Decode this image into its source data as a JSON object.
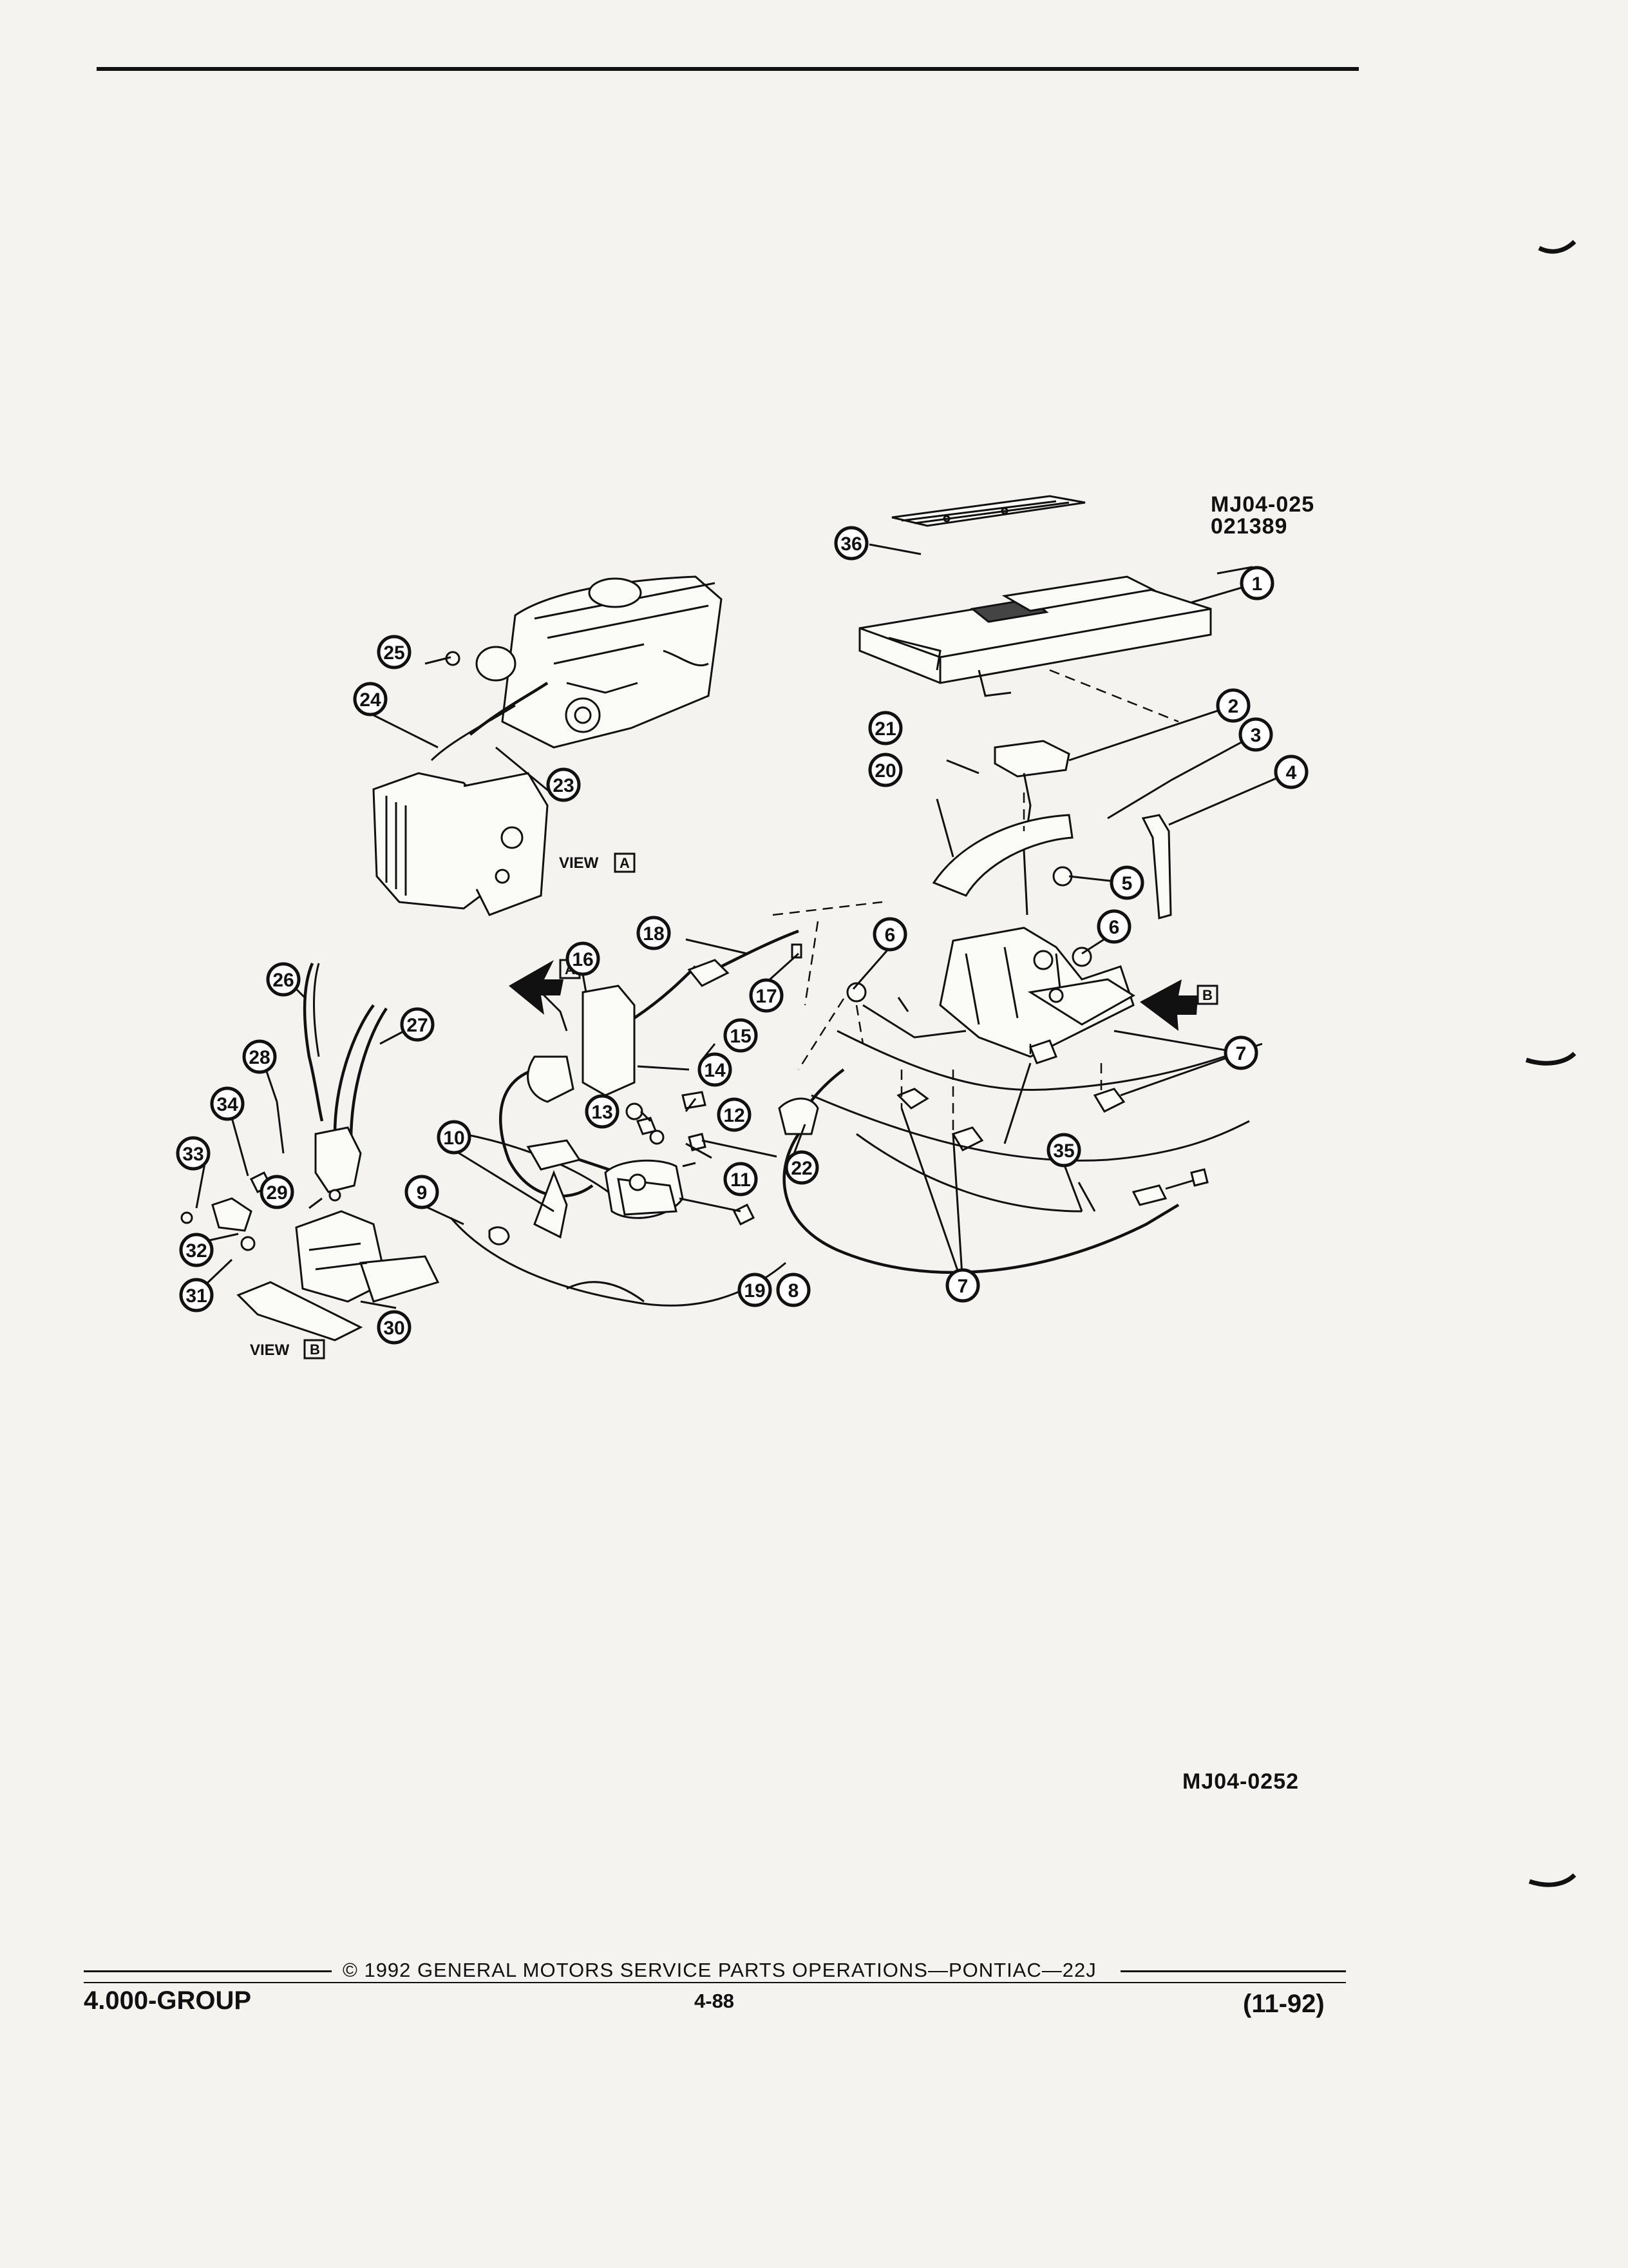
{
  "figure": {
    "code_top": "MJ04-025",
    "date_top": "021389",
    "code_bottom": "MJ04-0252"
  },
  "views": {
    "view_label": "VIEW",
    "view_a_letter": "A",
    "view_b_letter": "B",
    "arrow_a_letter": "A",
    "arrow_b_letter": "B"
  },
  "callouts": {
    "c1": "1",
    "c2": "2",
    "c3": "3",
    "c4": "4",
    "c5": "5",
    "c6a": "6",
    "c6b": "6",
    "c7a": "7",
    "c7b": "7",
    "c8": "8",
    "c9": "9",
    "c10": "10",
    "c11": "11",
    "c12": "12",
    "c13": "13",
    "c14": "14",
    "c15": "15",
    "c16": "16",
    "c17": "17",
    "c18": "18",
    "c19": "19",
    "c20": "20",
    "c21": "21",
    "c22": "22",
    "c23": "23",
    "c24": "24",
    "c25": "25",
    "c26": "26",
    "c27": "27",
    "c28": "28",
    "c29": "29",
    "c30": "30",
    "c31": "31",
    "c32": "32",
    "c33": "33",
    "c34": "34",
    "c35": "35",
    "c36": "36"
  },
  "footer": {
    "copyright": "© 1992 GENERAL MOTORS SERVICE PARTS OPERATIONS—PONTIAC—22J",
    "group": "4.000-GROUP",
    "page": "4-88",
    "date": "(11-92)"
  }
}
